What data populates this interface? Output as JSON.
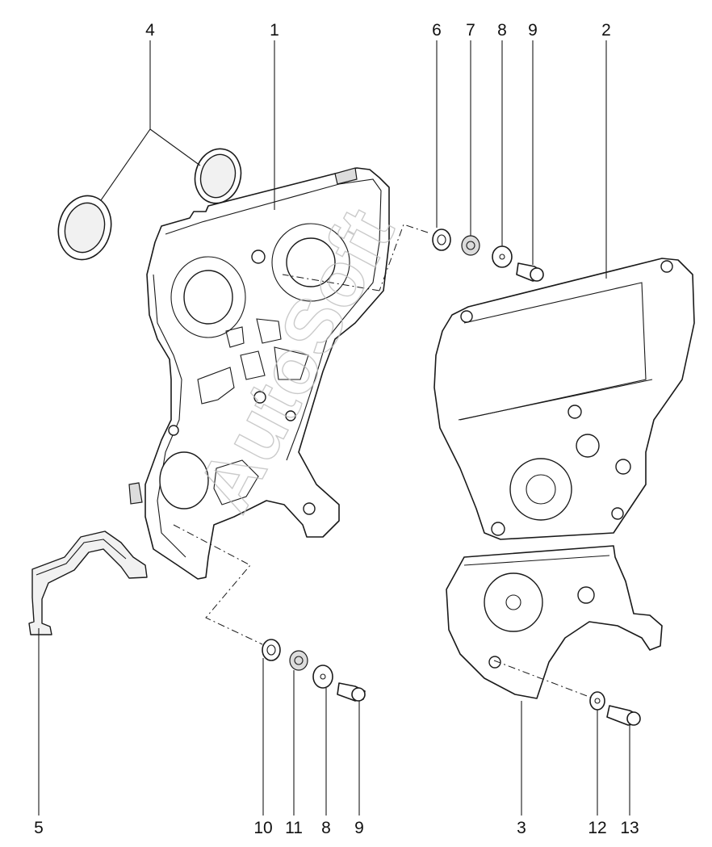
{
  "watermark": "AutoSoft",
  "callouts": {
    "top": [
      "4",
      "1",
      "6",
      "7",
      "8",
      "9",
      "2"
    ],
    "bottom": [
      "5",
      "10",
      "11",
      "8",
      "9",
      "3",
      "12",
      "13"
    ]
  }
}
